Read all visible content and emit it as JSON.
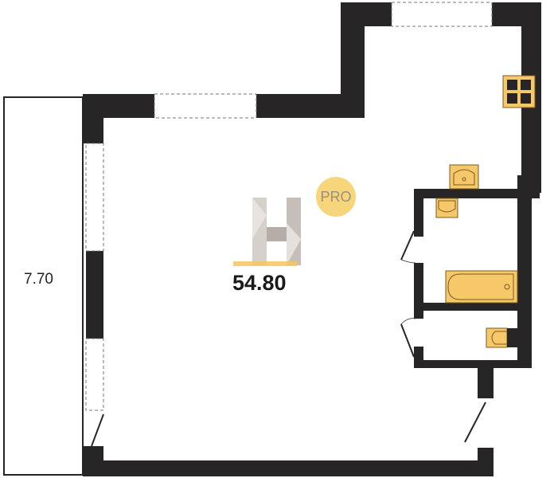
{
  "plan": {
    "total_area": "54.80",
    "balcony_area": "7.70",
    "badge": "PRO"
  },
  "colors": {
    "wall": "#272525",
    "fixture": "#f7c86a",
    "accent": "#f2c75c"
  }
}
